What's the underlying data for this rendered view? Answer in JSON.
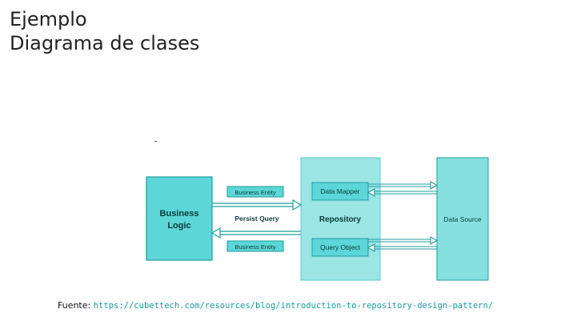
{
  "slide": {
    "title_line1": "Ejemplo",
    "title_line2": "Diagrama de clases"
  },
  "diagram": {
    "business_logic": "Business Logic",
    "repository": "Repository",
    "data_mapper": "Data Mapper",
    "query_object": "Query Object",
    "data_source": "Data Source",
    "business_entity_top": "Business Entity",
    "persist_query": "Persist Query",
    "business_entity_bottom": "Business Entity"
  },
  "source": {
    "label": "Fuente:",
    "url": "https://cubettech.com/resources/blog/introduction-to-repository-design-pattern/"
  },
  "colors": {
    "box_fill": "#5cd6d6",
    "box_stroke": "#1f9e9e",
    "repo_fill": "#9be5e5",
    "source_fill": "#86e0e0",
    "url_color": "#1a9ca0"
  }
}
